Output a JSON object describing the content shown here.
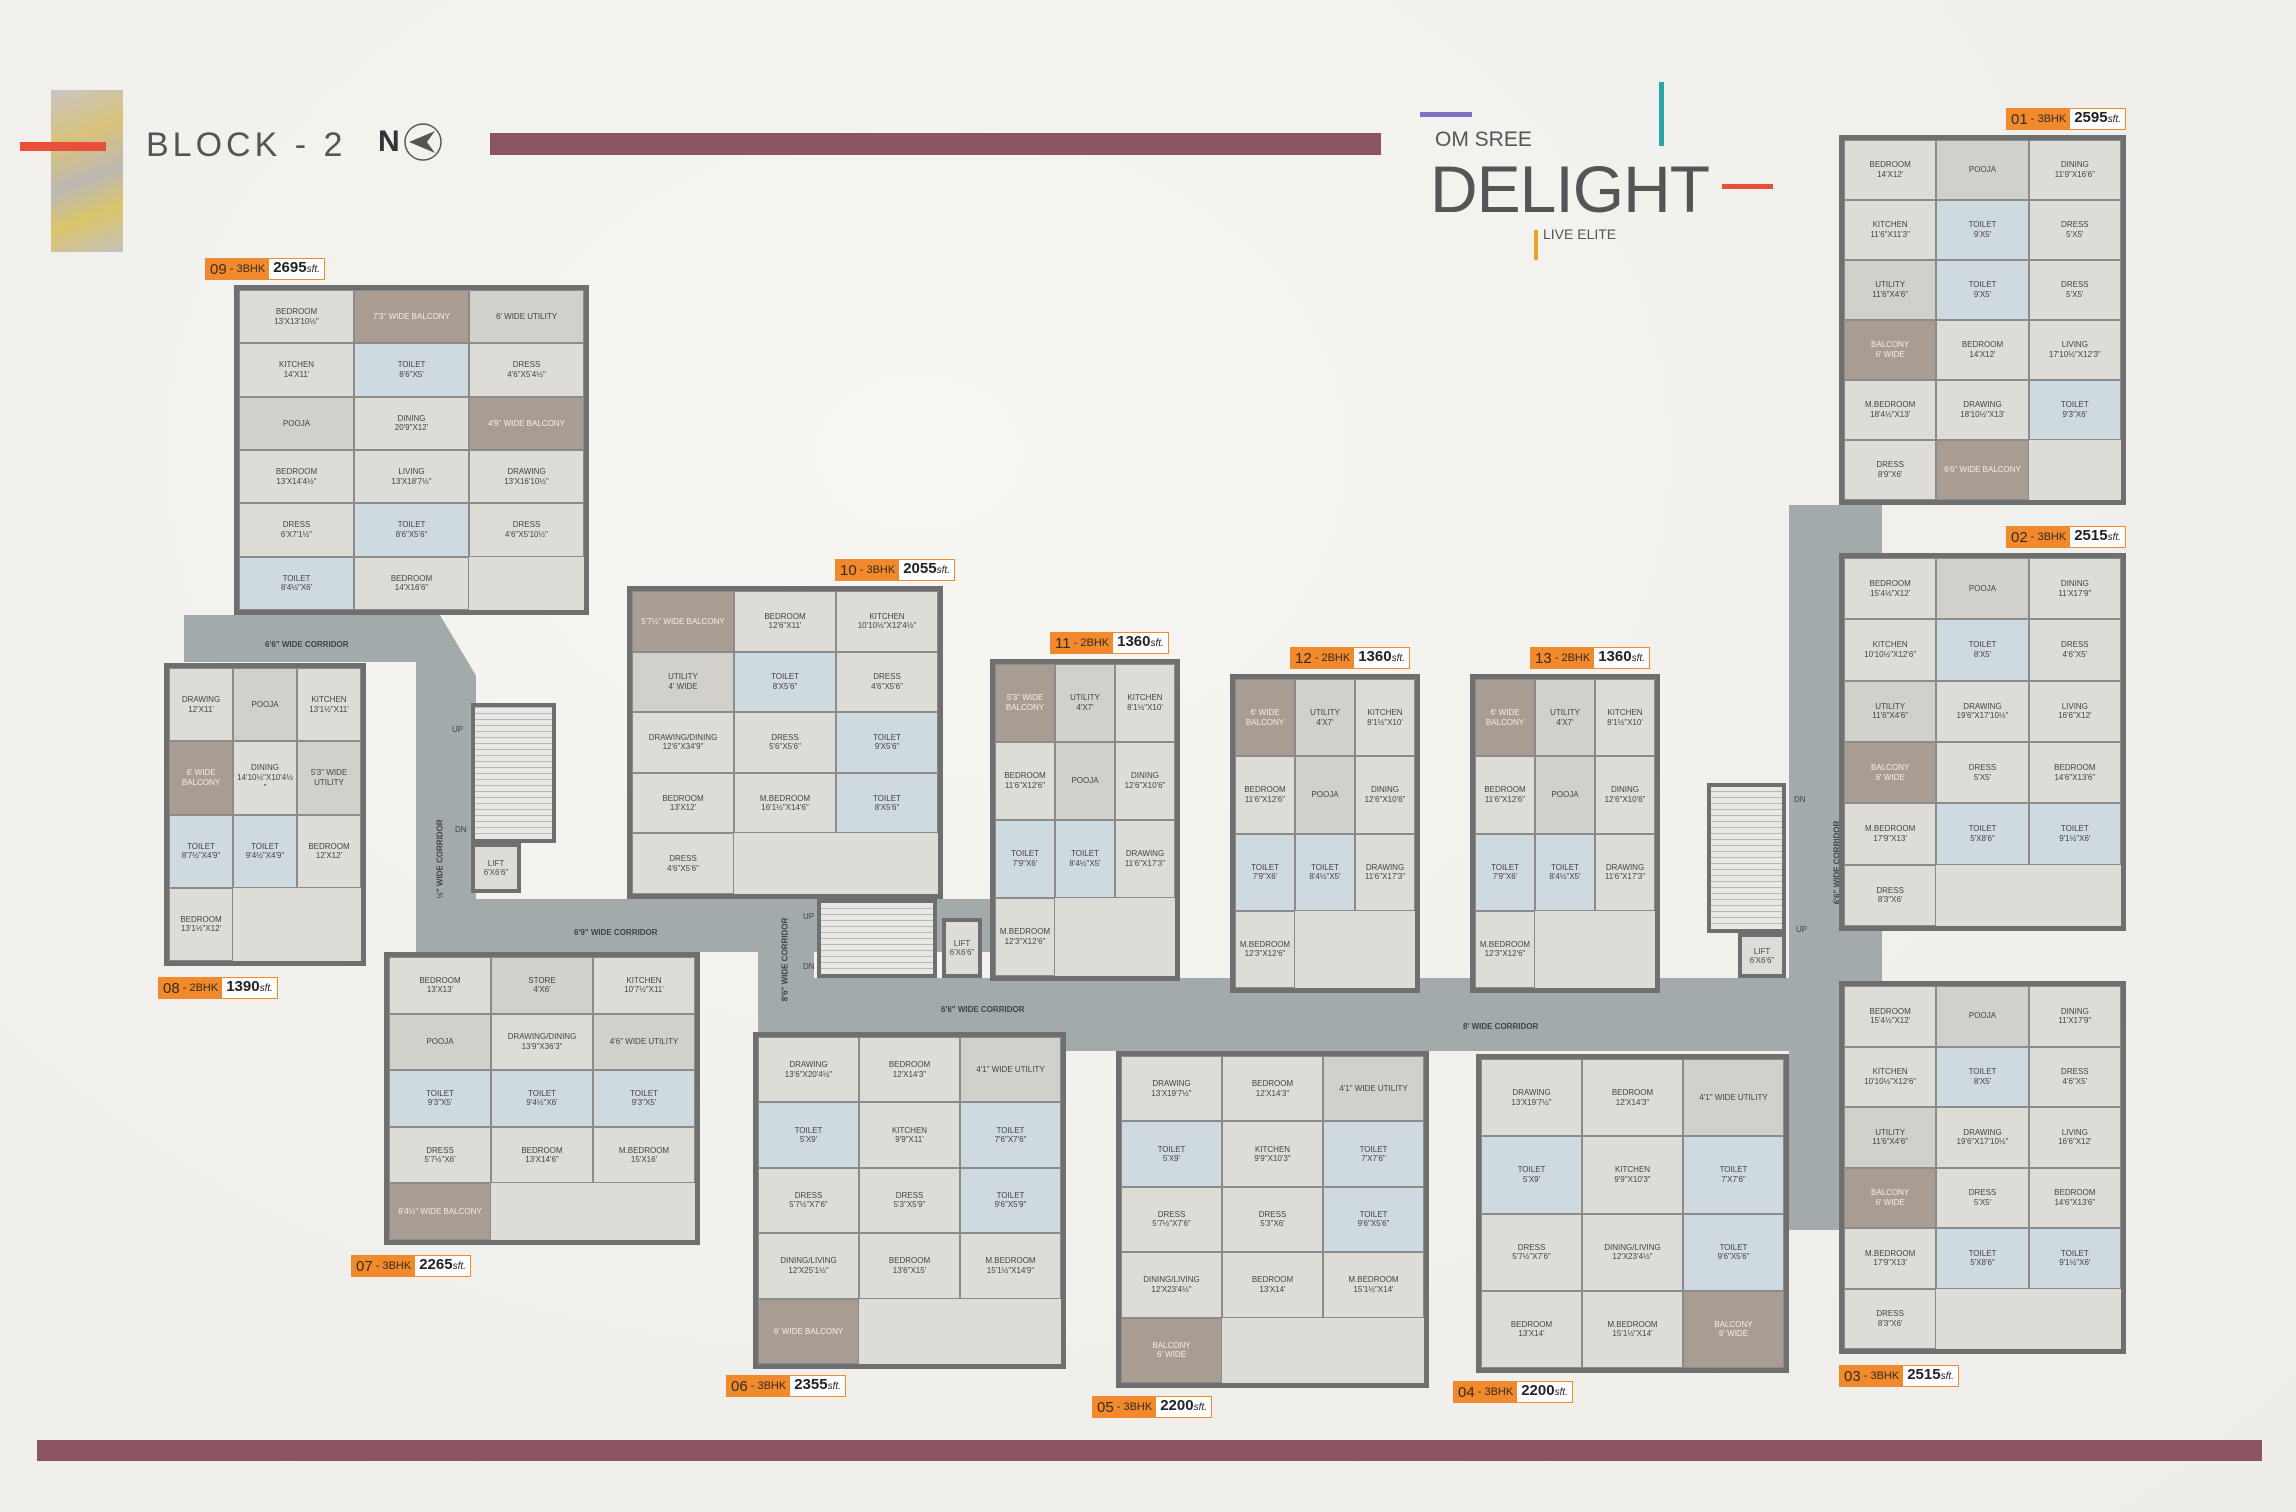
{
  "header": {
    "block_title": "BLOCK - 2",
    "north_label": "N",
    "compass_icon": "north-arrow-icon"
  },
  "logo": {
    "pre": "OM SREE",
    "name": "DELIGHT",
    "tagline": "LIVE ELITE"
  },
  "colors": {
    "accent_bar": "#8a5560",
    "tag_orange": "#f08a2c",
    "corridor": "#a3aaab",
    "red_line": "#e8503a",
    "purple_line": "#7b72c0",
    "teal_line": "#2aa5a8",
    "orange_line": "#e9a42a"
  },
  "corridors": {
    "c1": "6'6\" WIDE CORRIDOR",
    "c2": "7'4½\" WIDE CORRIDOR",
    "c3": "6'9\" WIDE CORRIDOR",
    "c4": "8'6\" WIDE CORRIDOR",
    "c5": "6'6\" WIDE CORRIDOR",
    "c6": "8' WIDE CORRIDOR",
    "c7": "6'6\" WIDE CORRIDOR"
  },
  "core": {
    "lift": "LIFT\n6'X6'6\"",
    "up": "UP",
    "dn": "DN"
  },
  "units": [
    {
      "no": "01",
      "type": "3BHK",
      "area": "2595",
      "unit": "sft.",
      "rooms": [
        [
          "BEDROOM",
          "14'X12'"
        ],
        [
          "POOJA",
          ""
        ],
        [
          "DINING",
          "11'9\"X16'6\""
        ],
        [
          "KITCHEN",
          "11'6\"X11'3\""
        ],
        [
          "TOILET",
          "9'X5'"
        ],
        [
          "DRESS",
          "5'X5'"
        ],
        [
          "UTILITY",
          "11'6\"X4'6\""
        ],
        [
          "TOILET",
          "9'X5'"
        ],
        [
          "DRESS",
          "5'X5'"
        ],
        [
          "BALCONY",
          "6' WIDE"
        ],
        [
          "BEDROOM",
          "14'X12'"
        ],
        [
          "LIVING",
          "17'10½\"X12'3\""
        ],
        [
          "M.BEDROOM",
          "18'4½\"X13'"
        ],
        [
          "DRAWING",
          "18'10½\"X13'"
        ],
        [
          "TOILET",
          "9'3\"X6'"
        ],
        [
          "DRESS",
          "8'9\"X6'"
        ],
        [
          "6'6\" WIDE BALCONY",
          ""
        ]
      ]
    },
    {
      "no": "02",
      "type": "3BHK",
      "area": "2515",
      "unit": "sft.",
      "rooms": [
        [
          "BEDROOM",
          "15'4½\"X12'"
        ],
        [
          "POOJA",
          ""
        ],
        [
          "DINING",
          "11'X17'9\""
        ],
        [
          "KITCHEN",
          "10'10½\"X12'6\""
        ],
        [
          "TOILET",
          "8'X5'"
        ],
        [
          "DRESS",
          "4'6\"X5'"
        ],
        [
          "UTILITY",
          "11'6\"X4'6\""
        ],
        [
          "DRAWING",
          "19'6\"X17'10½\""
        ],
        [
          "LIVING",
          "16'6\"X12'"
        ],
        [
          "BALCONY",
          "6' WIDE"
        ],
        [
          "DRESS",
          "5'X5'"
        ],
        [
          "BEDROOM",
          "14'6\"X13'6\""
        ],
        [
          "M.BEDROOM",
          "17'9\"X13'"
        ],
        [
          "TOILET",
          "5'X8'6\""
        ],
        [
          "TOILET",
          "9'1½\"X6'"
        ],
        [
          "DRESS",
          "8'3\"X6'"
        ]
      ]
    },
    {
      "no": "03",
      "type": "3BHK",
      "area": "2515",
      "unit": "sft.",
      "rooms": [
        [
          "BEDROOM",
          "15'4½\"X12'"
        ],
        [
          "POOJA",
          ""
        ],
        [
          "DINING",
          "11'X17'9\""
        ],
        [
          "KITCHEN",
          "10'10½\"X12'6\""
        ],
        [
          "TOILET",
          "8'X5'"
        ],
        [
          "DRESS",
          "4'6\"X5'"
        ],
        [
          "UTILITY",
          "11'6\"X4'6\""
        ],
        [
          "DRAWING",
          "19'6\"X17'10½\""
        ],
        [
          "LIVING",
          "16'6\"X12'"
        ],
        [
          "BALCONY",
          "6' WIDE"
        ],
        [
          "DRESS",
          "5'X5'"
        ],
        [
          "BEDROOM",
          "14'6\"X13'6\""
        ],
        [
          "M.BEDROOM",
          "17'9\"X13'"
        ],
        [
          "TOILET",
          "5'X8'6\""
        ],
        [
          "TOILET",
          "9'1½\"X6'"
        ],
        [
          "DRESS",
          "8'3\"X6'"
        ]
      ]
    },
    {
      "no": "04",
      "type": "3BHK",
      "area": "2200",
      "unit": "sft.",
      "rooms": [
        [
          "DRAWING",
          "13'X19'7½\""
        ],
        [
          "BEDROOM",
          "12'X14'3\""
        ],
        [
          "4'1\" WIDE UTILITY",
          ""
        ],
        [
          "TOILET",
          "5'X9'"
        ],
        [
          "KITCHEN",
          "9'9\"X10'3\""
        ],
        [
          "TOILET",
          "7'X7'6\""
        ],
        [
          "DRESS",
          "5'7½\"X7'6\""
        ],
        [
          "DINING/LIVING",
          "12'X23'4½\""
        ],
        [
          "TOILET",
          "9'6\"X5'6\""
        ],
        [
          "BEDROOM",
          "13'X14'"
        ],
        [
          "M.BEDROOM",
          "15'1½\"X14'"
        ],
        [
          "BALCONY",
          "6' WIDE"
        ]
      ]
    },
    {
      "no": "05",
      "type": "3BHK",
      "area": "2200",
      "unit": "sft.",
      "rooms": [
        [
          "DRAWING",
          "13'X19'7½\""
        ],
        [
          "BEDROOM",
          "12'X14'3\""
        ],
        [
          "4'1\" WIDE UTILITY",
          ""
        ],
        [
          "TOILET",
          "5'X9'"
        ],
        [
          "KITCHEN",
          "9'9\"X10'3\""
        ],
        [
          "TOILET",
          "7'X7'6\""
        ],
        [
          "DRESS",
          "5'7½\"X7'6\""
        ],
        [
          "DRESS",
          "5'3\"X6'"
        ],
        [
          "TOILET",
          "9'6\"X5'6\""
        ],
        [
          "DINING/LIVING",
          "12'X23'4½\""
        ],
        [
          "BEDROOM",
          "13'X14'"
        ],
        [
          "M.BEDROOM",
          "15'1½\"X14'"
        ],
        [
          "BALCONY",
          "6' WIDE"
        ]
      ]
    },
    {
      "no": "06",
      "type": "3BHK",
      "area": "2355",
      "unit": "sft.",
      "rooms": [
        [
          "DRAWING",
          "13'6\"X20'4½\""
        ],
        [
          "BEDROOM",
          "12'X14'3\""
        ],
        [
          "4'1\" WIDE UTILITY",
          ""
        ],
        [
          "TOILET",
          "5'X9'"
        ],
        [
          "KITCHEN",
          "9'9\"X11'"
        ],
        [
          "TOILET",
          "7'6\"X7'6\""
        ],
        [
          "DRESS",
          "5'7½\"X7'6\""
        ],
        [
          "DRESS",
          "5'3\"X5'9\""
        ],
        [
          "TOILET",
          "9'6\"X5'9\""
        ],
        [
          "DINING/LIVING",
          "12'X25'1½\""
        ],
        [
          "BEDROOM",
          "13'6\"X15'"
        ],
        [
          "M.BEDROOM",
          "15'1½\"X14'9\""
        ],
        [
          "6' WIDE BALCONY",
          ""
        ]
      ]
    },
    {
      "no": "07",
      "type": "3BHK",
      "area": "2265",
      "unit": "sft.",
      "rooms": [
        [
          "BEDROOM",
          "13'X13'"
        ],
        [
          "STORE",
          "4'X6'"
        ],
        [
          "KITCHEN",
          "10'7½\"X11'"
        ],
        [
          "POOJA",
          ""
        ],
        [
          "DRAWING/DINING",
          "13'9\"X36'3\""
        ],
        [
          "4'6\" WIDE UTILITY",
          ""
        ],
        [
          "TOILET",
          "9'3\"X5'"
        ],
        [
          "TOILET",
          "9'4½\"X6'"
        ],
        [
          "TOILET",
          "9'3\"X5'"
        ],
        [
          "DRESS",
          "5'7½\"X6'"
        ],
        [
          "BEDROOM",
          "13'X14'6\""
        ],
        [
          "M.BEDROOM",
          "15'X16'"
        ],
        [
          "6'4½\" WIDE BALCONY",
          ""
        ]
      ]
    },
    {
      "no": "08",
      "type": "2BHK",
      "area": "1390",
      "unit": "sft.",
      "rooms": [
        [
          "DRAWING",
          "12'X11'"
        ],
        [
          "POOJA",
          ""
        ],
        [
          "KITCHEN",
          "13'1½\"X11'"
        ],
        [
          "6' WIDE BALCONY",
          ""
        ],
        [
          "DINING",
          "14'10½\"X10'4½\""
        ],
        [
          "5'3\" WIDE UTILITY",
          ""
        ],
        [
          "TOILET",
          "8'7½\"X4'9\""
        ],
        [
          "TOILET",
          "9'4½\"X4'9\""
        ],
        [
          "BEDROOM",
          "12'X12'"
        ],
        [
          "BEDROOM",
          "13'1½\"X12'"
        ]
      ]
    },
    {
      "no": "09",
      "type": "3BHK",
      "area": "2695",
      "unit": "sft.",
      "rooms": [
        [
          "BEDROOM",
          "13'X13'10½\""
        ],
        [
          "7'3\" WIDE BALCONY",
          ""
        ],
        [
          "6' WIDE UTILITY",
          ""
        ],
        [
          "KITCHEN",
          "14'X11'"
        ],
        [
          "TOILET",
          "8'6\"X5'"
        ],
        [
          "DRESS",
          "4'6\"X5'4½\""
        ],
        [
          "POOJA",
          ""
        ],
        [
          "DINING",
          "20'9\"X12'"
        ],
        [
          "4'9\" WIDE BALCONY",
          ""
        ],
        [
          "BEDROOM",
          "13'X14'4½\""
        ],
        [
          "LIVING",
          "13'X18'7½\""
        ],
        [
          "DRAWING",
          "13'X16'10½\""
        ],
        [
          "DRESS",
          "6'X7'1½\""
        ],
        [
          "TOILET",
          "8'6\"X5'6\""
        ],
        [
          "DRESS",
          "4'6\"X5'10½\""
        ],
        [
          "TOILET",
          "8'4½\"X6'"
        ],
        [
          "BEDROOM",
          "14'X16'6\""
        ]
      ]
    },
    {
      "no": "10",
      "type": "3BHK",
      "area": "2055",
      "unit": "sft.",
      "rooms": [
        [
          "5'7½\" WIDE BALCONY",
          ""
        ],
        [
          "BEDROOM",
          "12'6\"X11'"
        ],
        [
          "KITCHEN",
          "10'10½\"X12'4½\""
        ],
        [
          "UTILITY",
          "4' WIDE"
        ],
        [
          "TOILET",
          "8'X5'6\""
        ],
        [
          "DRESS",
          "4'6\"X5'6\""
        ],
        [
          "DRAWING/DINING",
          "12'6\"X34'9\""
        ],
        [
          "DRESS",
          "5'6\"X5'6\""
        ],
        [
          "TOILET",
          "9'X5'6\""
        ],
        [
          "BEDROOM",
          "13'X12'"
        ],
        [
          "M.BEDROOM",
          "16'1½\"X14'6\""
        ],
        [
          "TOILET",
          "8'X5'6\""
        ],
        [
          "DRESS",
          "4'6\"X5'6\""
        ]
      ]
    },
    {
      "no": "11",
      "type": "2BHK",
      "area": "1360",
      "unit": "sft.",
      "rooms": [
        [
          "5'3\" WIDE BALCONY",
          ""
        ],
        [
          "UTILITY",
          "4'X7'"
        ],
        [
          "KITCHEN",
          "8'1½\"X10'"
        ],
        [
          "BEDROOM",
          "11'6\"X12'6\""
        ],
        [
          "POOJA",
          ""
        ],
        [
          "DINING",
          "12'6\"X10'6\""
        ],
        [
          "TOILET",
          "7'9\"X6'"
        ],
        [
          "TOILET",
          "8'4½\"X5'"
        ],
        [
          "DRAWING",
          "11'6\"X17'3\""
        ],
        [
          "M.BEDROOM",
          "12'3\"X12'6\""
        ]
      ]
    },
    {
      "no": "12",
      "type": "2BHK",
      "area": "1360",
      "unit": "sft.",
      "rooms": [
        [
          "6' WIDE BALCONY",
          ""
        ],
        [
          "UTILITY",
          "4'X7'"
        ],
        [
          "KITCHEN",
          "8'1½\"X10'"
        ],
        [
          "BEDROOM",
          "11'6\"X12'6\""
        ],
        [
          "POOJA",
          ""
        ],
        [
          "DINING",
          "12'6\"X10'6\""
        ],
        [
          "TOILET",
          "7'9\"X6'"
        ],
        [
          "TOILET",
          "8'4½\"X5'"
        ],
        [
          "DRAWING",
          "11'6\"X17'3\""
        ],
        [
          "M.BEDROOM",
          "12'3\"X12'6\""
        ]
      ]
    },
    {
      "no": "13",
      "type": "2BHK",
      "area": "1360",
      "unit": "sft.",
      "rooms": [
        [
          "6' WIDE BALCONY",
          ""
        ],
        [
          "UTILITY",
          "4'X7'"
        ],
        [
          "KITCHEN",
          "8'1½\"X10'"
        ],
        [
          "BEDROOM",
          "11'6\"X12'6\""
        ],
        [
          "POOJA",
          ""
        ],
        [
          "DINING",
          "12'6\"X10'6\""
        ],
        [
          "TOILET",
          "7'9\"X6'"
        ],
        [
          "TOILET",
          "8'4½\"X5'"
        ],
        [
          "DRAWING",
          "11'6\"X17'3\""
        ],
        [
          "M.BEDROOM",
          "12'3\"X12'6\""
        ]
      ]
    }
  ]
}
